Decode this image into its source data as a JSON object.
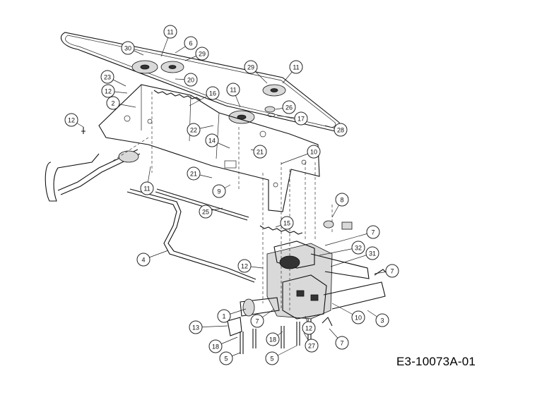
{
  "document_code": "E3-10073A-01",
  "callouts": [
    {
      "label": "11"
    },
    {
      "label": "30"
    },
    {
      "label": "6"
    },
    {
      "label": "29"
    },
    {
      "label": "29"
    },
    {
      "label": "11"
    },
    {
      "label": "23"
    },
    {
      "label": "20"
    },
    {
      "label": "12"
    },
    {
      "label": "11"
    },
    {
      "label": "16"
    },
    {
      "label": "2"
    },
    {
      "label": "26"
    },
    {
      "label": "17"
    },
    {
      "label": "12"
    },
    {
      "label": "22"
    },
    {
      "label": "28"
    },
    {
      "label": "14"
    },
    {
      "label": "21"
    },
    {
      "label": "10"
    },
    {
      "label": "21"
    },
    {
      "label": "11"
    },
    {
      "label": "9"
    },
    {
      "label": "8"
    },
    {
      "label": "25"
    },
    {
      "label": "15"
    },
    {
      "label": "7"
    },
    {
      "label": "4"
    },
    {
      "label": "32"
    },
    {
      "label": "31"
    },
    {
      "label": "12"
    },
    {
      "label": "7"
    },
    {
      "label": "1"
    },
    {
      "label": "10"
    },
    {
      "label": "3"
    },
    {
      "label": "13"
    },
    {
      "label": "7"
    },
    {
      "label": "12"
    },
    {
      "label": "18"
    },
    {
      "label": "18"
    },
    {
      "label": "27"
    },
    {
      "label": "7"
    },
    {
      "label": "5"
    },
    {
      "label": "5"
    }
  ]
}
